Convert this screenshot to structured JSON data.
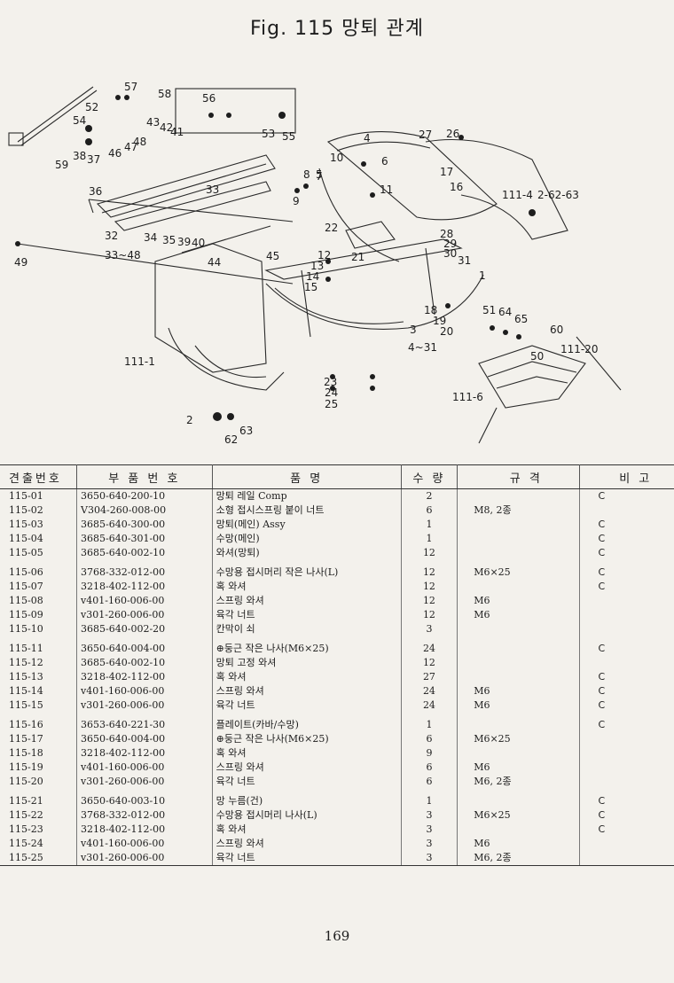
{
  "title": "Fig. 115  망퇴 관계",
  "diagram_labels": [
    "59",
    "57",
    "58",
    "56",
    "52",
    "54",
    "53",
    "55",
    "43",
    "42",
    "41",
    "48",
    "47",
    "46",
    "38",
    "37",
    "36",
    "33",
    "32",
    "33~48",
    "34",
    "35",
    "39",
    "40",
    "44",
    "45",
    "49",
    "10",
    "4",
    "6",
    "7",
    "8",
    "5",
    "9",
    "11",
    "27",
    "26",
    "16",
    "17",
    "111-4",
    "2-62-63",
    "22",
    "28",
    "29",
    "30",
    "31",
    "12",
    "13",
    "14",
    "15",
    "21",
    "1",
    "3",
    "4~31",
    "18",
    "19",
    "20",
    "51",
    "64",
    "65",
    "60",
    "111-20",
    "50",
    "111-1",
    "23",
    "24",
    "25",
    "111-6",
    "2",
    "62",
    "63"
  ],
  "table": {
    "headers": [
      "견출번호",
      "부 품 번 호",
      "품          명",
      "수 량",
      "규  격",
      "비  고"
    ],
    "rows": [
      {
        "no": "115-01",
        "part": "3650-640-200-10",
        "name": "망퇴 레일 Comp",
        "qty": "2",
        "spec": "",
        "remark": "C"
      },
      {
        "no": "115-02",
        "part": "V304-260-008-00",
        "name": "소형 접시스프링 붙이 너트",
        "qty": "6",
        "spec": "M8, 2종",
        "remark": ""
      },
      {
        "no": "115-03",
        "part": "3685-640-300-00",
        "name": "망퇴(메인) Assy",
        "qty": "1",
        "spec": "",
        "remark": "C"
      },
      {
        "no": "115-04",
        "part": "3685-640-301-00",
        "name": "수망(메인)",
        "qty": "1",
        "spec": "",
        "remark": "C"
      },
      {
        "no": "115-05",
        "part": "3685-640-002-10",
        "name": "와셔(망퇴)",
        "qty": "12",
        "spec": "",
        "remark": "C"
      },
      {
        "no": "115-06",
        "part": "3768-332-012-00",
        "name": "수망용 접시머리 작은 나사(L)",
        "qty": "12",
        "spec": "M6×25",
        "remark": "C"
      },
      {
        "no": "115-07",
        "part": "3218-402-112-00",
        "name": "혹 와셔",
        "qty": "12",
        "spec": "",
        "remark": "C"
      },
      {
        "no": "115-08",
        "part": "v401-160-006-00",
        "name": "스프링 와셔",
        "qty": "12",
        "spec": "M6",
        "remark": ""
      },
      {
        "no": "115-09",
        "part": "v301-260-006-00",
        "name": "육각 너트",
        "qty": "12",
        "spec": "M6",
        "remark": ""
      },
      {
        "no": "115-10",
        "part": "3685-640-002-20",
        "name": "칸막이 쇠",
        "qty": "3",
        "spec": "",
        "remark": ""
      },
      {
        "no": "115-11",
        "part": "3650-640-004-00",
        "name": "⊕둥근 작은 나사(M6×25)",
        "qty": "24",
        "spec": "",
        "remark": "C"
      },
      {
        "no": "115-12",
        "part": "3685-640-002-10",
        "name": "망퇴 고정 와셔",
        "qty": "12",
        "spec": "",
        "remark": ""
      },
      {
        "no": "115-13",
        "part": "3218-402-112-00",
        "name": "혹 와셔",
        "qty": "27",
        "spec": "",
        "remark": "C"
      },
      {
        "no": "115-14",
        "part": "v401-160-006-00",
        "name": "스프링 와셔",
        "qty": "24",
        "spec": "M6",
        "remark": "C"
      },
      {
        "no": "115-15",
        "part": "v301-260-006-00",
        "name": "육각 너트",
        "qty": "24",
        "spec": "M6",
        "remark": "C"
      },
      {
        "no": "115-16",
        "part": "3653-640-221-30",
        "name": "플레이트(카바/수망)",
        "qty": "1",
        "spec": "",
        "remark": "C"
      },
      {
        "no": "115-17",
        "part": "3650-640-004-00",
        "name": "⊕둥근 작은 나사(M6×25)",
        "qty": "6",
        "spec": "M6×25",
        "remark": ""
      },
      {
        "no": "115-18",
        "part": "3218-402-112-00",
        "name": "혹 와셔",
        "qty": "9",
        "spec": "",
        "remark": ""
      },
      {
        "no": "115-19",
        "part": "v401-160-006-00",
        "name": "스프링 와셔",
        "qty": "6",
        "spec": "M6",
        "remark": ""
      },
      {
        "no": "115-20",
        "part": "v301-260-006-00",
        "name": "육각 너트",
        "qty": "6",
        "spec": "M6, 2종",
        "remark": ""
      },
      {
        "no": "115-21",
        "part": "3650-640-003-10",
        "name": "망 누름(건)",
        "qty": "1",
        "spec": "",
        "remark": "C"
      },
      {
        "no": "115-22",
        "part": "3768-332-012-00",
        "name": "수망용 접시머리 나사(L)",
        "qty": "3",
        "spec": "M6×25",
        "remark": "C"
      },
      {
        "no": "115-23",
        "part": "3218-402-112-00",
        "name": "혹 와셔",
        "qty": "3",
        "spec": "",
        "remark": "C"
      },
      {
        "no": "115-24",
        "part": "v401-160-006-00",
        "name": "스프링 와셔",
        "qty": "3",
        "spec": "M6",
        "remark": ""
      },
      {
        "no": "115-25",
        "part": "v301-260-006-00",
        "name": "육각 너트",
        "qty": "3",
        "spec": "M6, 2종",
        "remark": ""
      }
    ]
  },
  "page_number": "169"
}
